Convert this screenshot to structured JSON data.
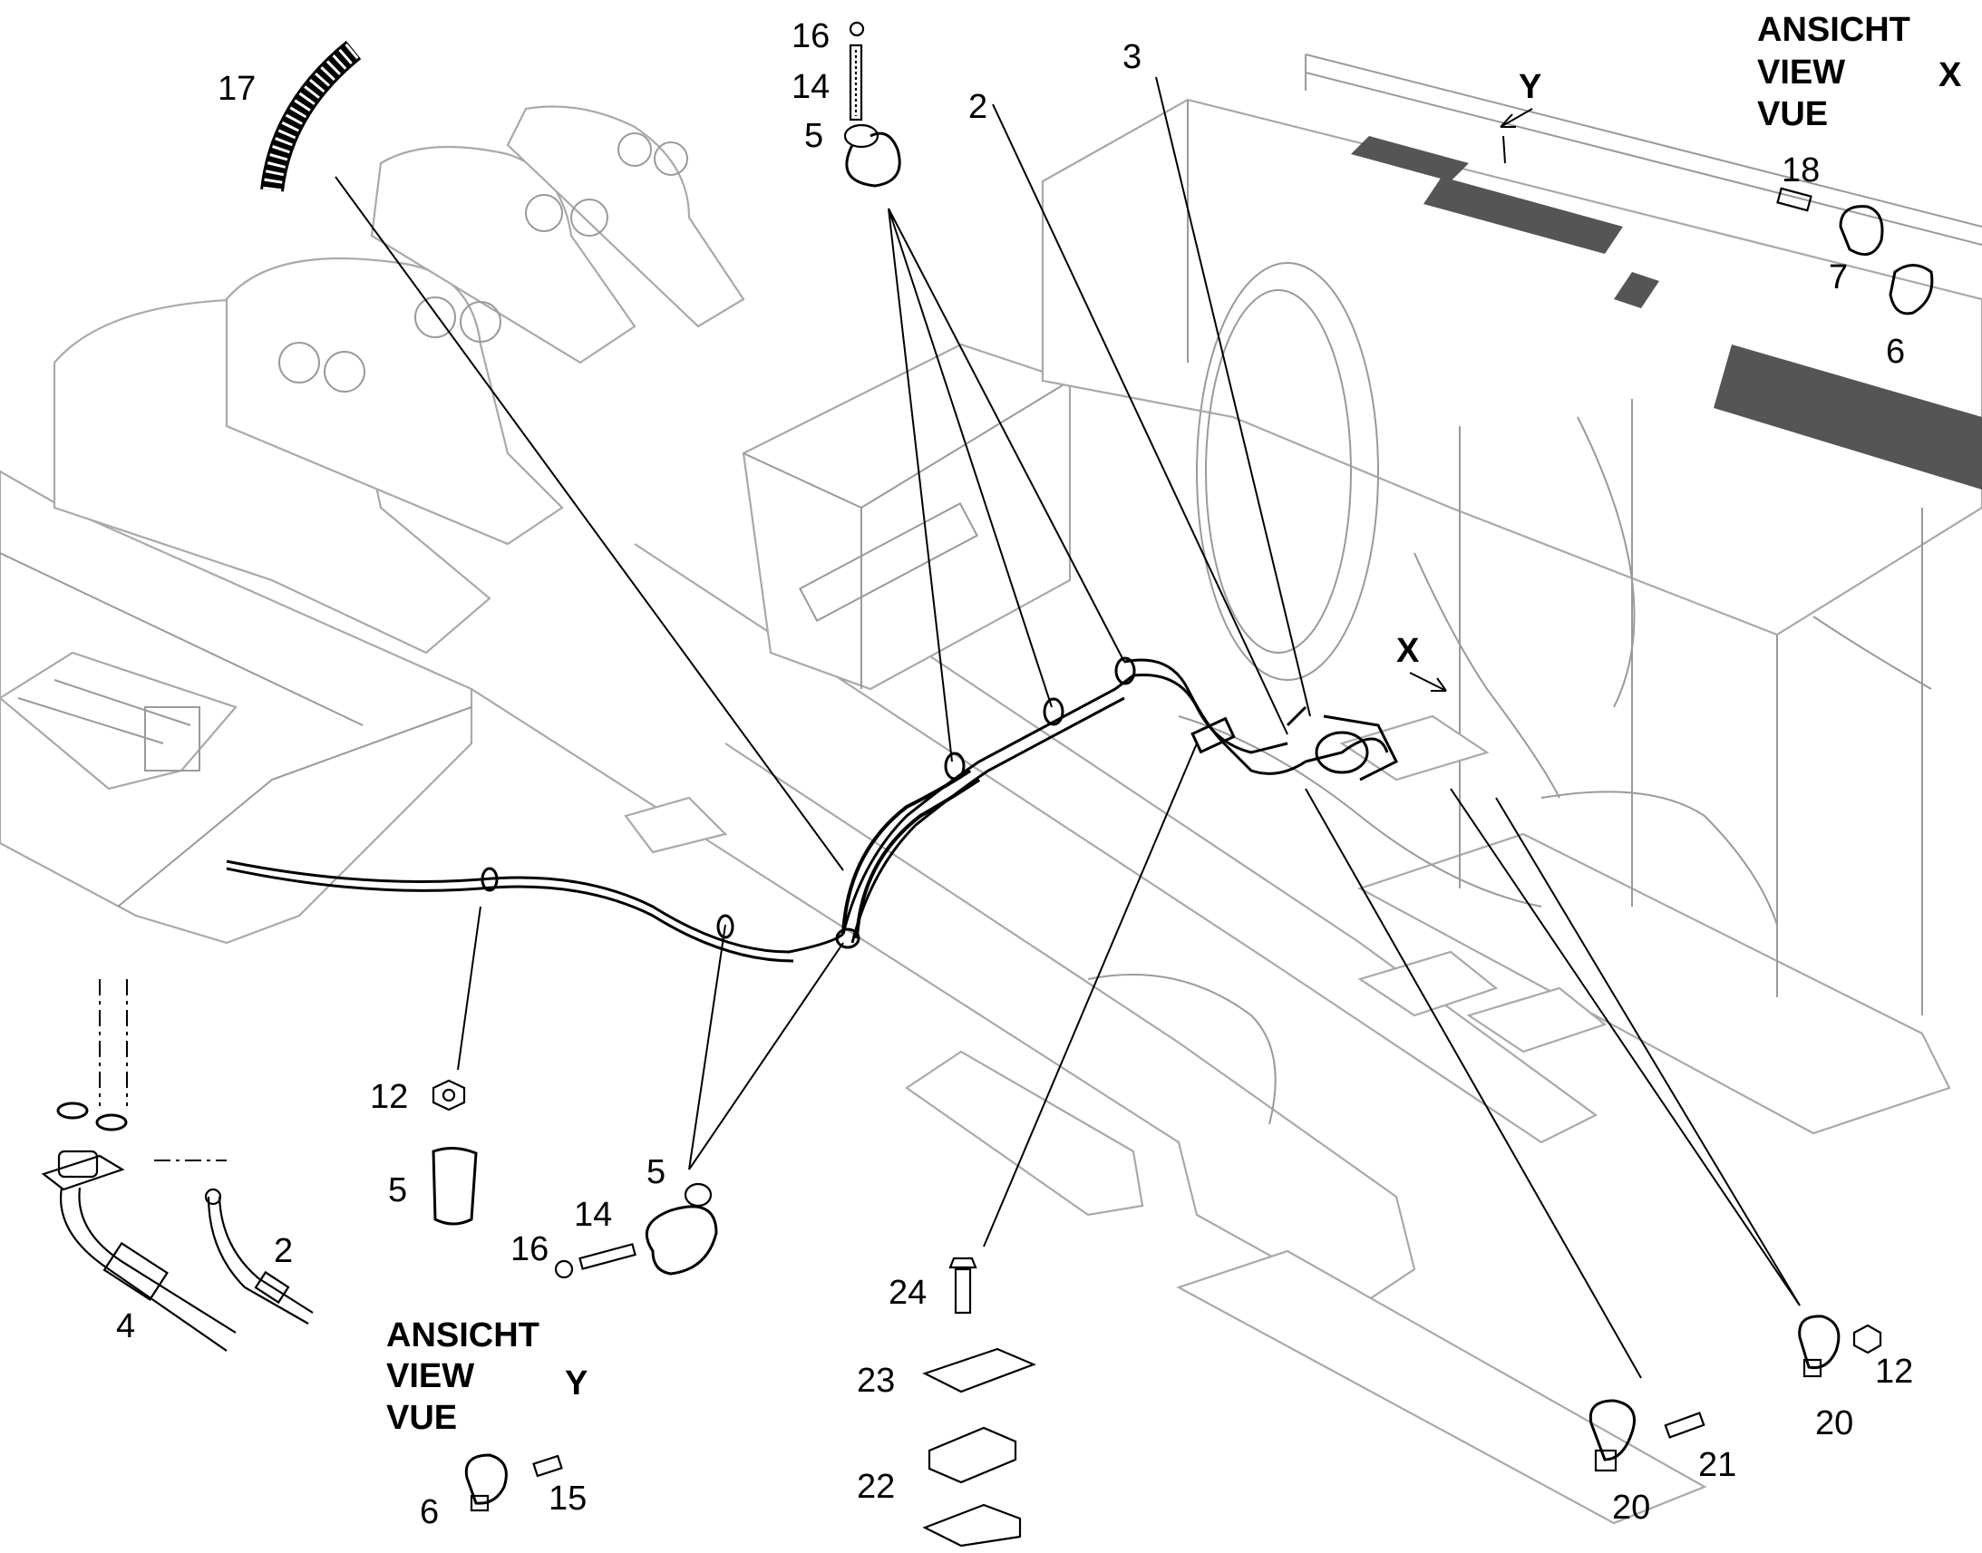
{
  "callouts": {
    "c17": "17",
    "c16_top": "16",
    "c14_top": "14",
    "c5_top": "5",
    "c2_top": "2",
    "c3": "3",
    "cY_arrow": "Y",
    "cX_arrow": "X",
    "c18": "18",
    "c7": "7",
    "c6_x": "6",
    "c12_left": "12",
    "c5_left": "5",
    "c5_mid": "5",
    "c14_mid": "14",
    "c16_mid": "16",
    "c2_left": "2",
    "c4": "4",
    "c24": "24",
    "c23": "23",
    "c22": "22",
    "c20_mid": "20",
    "c21": "21",
    "c20_right": "20",
    "c12_right": "12",
    "c6_y": "6",
    "c15": "15"
  },
  "view_x": {
    "line1": "ANSICHT",
    "line2": "VIEW",
    "line3": "VUE",
    "letter": "X"
  },
  "view_y": {
    "line1": "ANSICHT",
    "line2": "VIEW",
    "line3": "VUE",
    "letter": "Y"
  }
}
